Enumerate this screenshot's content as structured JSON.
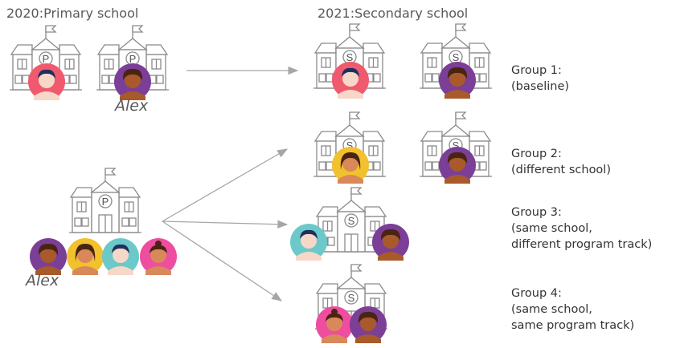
{
  "header": {
    "left": "2020:Primary school",
    "right": "2021:Secondary school"
  },
  "student_name_top": "Alex",
  "student_name_bottom": "Alex",
  "school_markers": {
    "primary": "P",
    "secondary": "S"
  },
  "groups": [
    {
      "line1": "Group 1:",
      "line2": "(baseline)",
      "line3": ""
    },
    {
      "line1": "Group 2:",
      "line2": "(different school)",
      "line3": ""
    },
    {
      "line1": "Group 3:",
      "line2": "(same school,",
      "line3": "different program track)"
    },
    {
      "line1": "Group 4:",
      "line2": "(same school,",
      "line3": "same program track)"
    }
  ],
  "colors": {
    "outline": "#8a8a8a",
    "arrow": "#a6a6a6",
    "coral": "#ef5a6f",
    "purple": "#7b3f98",
    "yellow": "#f2c12e",
    "teal": "#6cc9c9",
    "pink": "#ee4da0",
    "skin_light": "#f7d7c8",
    "skin_dark": "#a85a2a",
    "skin_mid": "#d9885a",
    "hair_navy": "#1f2f5e",
    "hair_dark": "#4a2412"
  }
}
